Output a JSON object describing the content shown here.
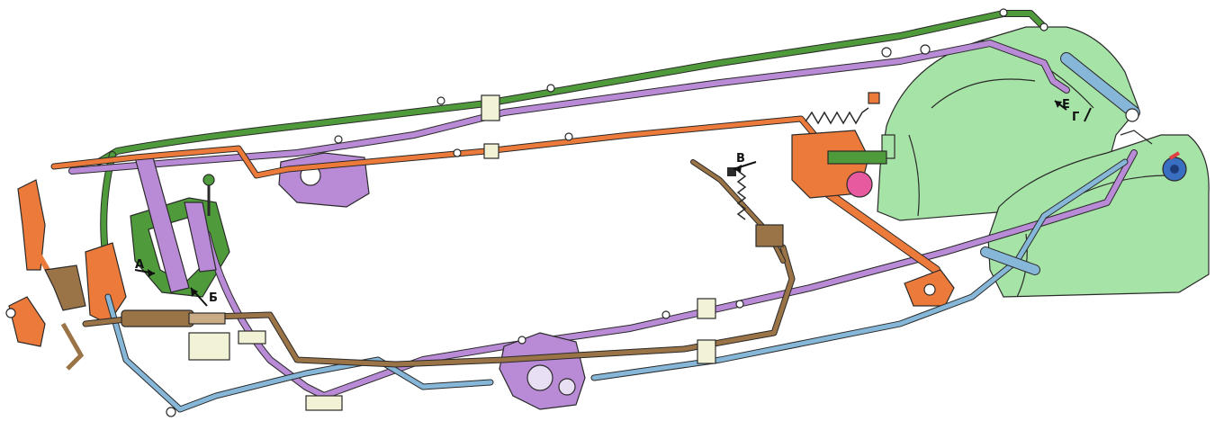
{
  "labels": {
    "a": "А",
    "b": "Б",
    "v": "В",
    "g": "Г",
    "e": "Е"
  },
  "colors": {
    "green_rod": "#4f9a3a",
    "violet_rod": "#b98bd6",
    "orange_rod": "#ec7a3a",
    "blue_rod": "#86b7d8",
    "brown_rod": "#9a7346",
    "housing": "#a6e3a6",
    "cream": "#f2f3d6",
    "outline": "#2a2a2a"
  }
}
